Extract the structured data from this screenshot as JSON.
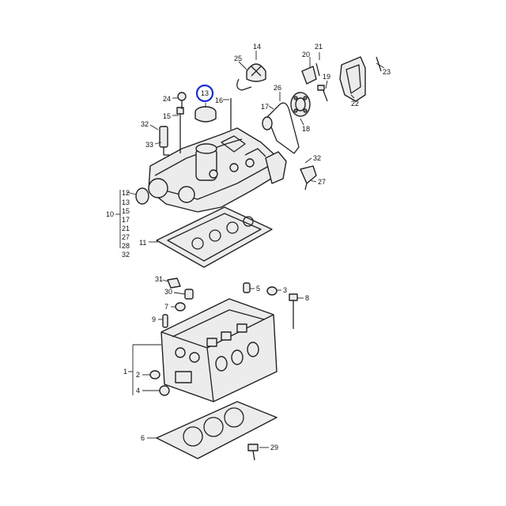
{
  "diagram": {
    "highlight_color": "#1a2fd0",
    "highlighted_callout": "13",
    "callouts": {
      "c25": "25",
      "c14": "14",
      "c21": "21",
      "c20": "20",
      "c23": "23",
      "c24": "24",
      "c13": "13",
      "c16": "16",
      "c26": "26",
      "c19": "19",
      "c15": "15",
      "c17": "17",
      "c32a": "32",
      "c33": "33",
      "c18": "18",
      "c22": "22",
      "c32b": "32",
      "c27": "27",
      "c12": "12",
      "c10": "10",
      "c11": "11",
      "list10_a": "13",
      "list10_b": "15",
      "list10_c": "17",
      "list10_d": "21",
      "list10_e": "27",
      "list10_f": "28",
      "list10_g": "32",
      "c31": "31",
      "c30": "30",
      "c5": "5",
      "c3": "3",
      "c8": "8",
      "c7": "7",
      "c9": "9",
      "c1": "1",
      "c2": "2",
      "c4": "4",
      "c6": "6",
      "c29": "29"
    }
  }
}
